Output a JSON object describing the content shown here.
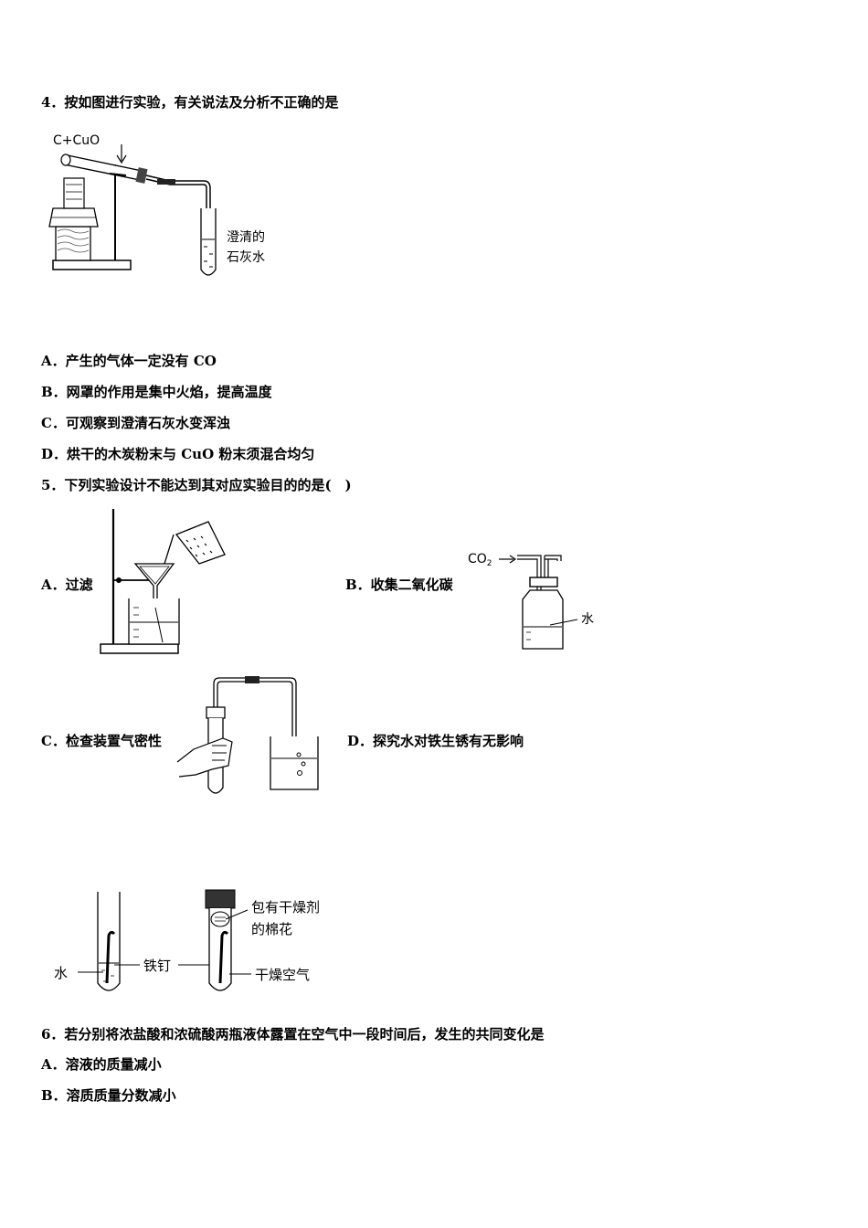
{
  "q4": {
    "stem": "4．按如图进行实验，有关说法及分析不正确的是",
    "figure": {
      "reactant_label": "C+CuO",
      "limewater_line1": "澄清的",
      "limewater_line2": "石灰水"
    },
    "options": [
      "A．产生的气体一定没有 CO",
      "B．网罩的作用是集中火焰，提高温度",
      "C．可观察到澄清石灰水变浑浊",
      "D．烘干的木炭粉末与 CuO 粉末须混合均匀"
    ]
  },
  "q5": {
    "stem": "5．下列实验设计不能达到其对应实验目的的是(　)",
    "option_a": "A．过滤",
    "option_b": "B．收集二氧化碳",
    "option_c": "C．检查装置气密性",
    "option_d": "D．探究水对铁生锈有无影响",
    "fig_b": {
      "gas": "CO",
      "gas_sub": "2",
      "liquid": "水"
    },
    "fig_d": {
      "water": "水",
      "nail": "铁钉",
      "cotton_line1": "包有干燥剂",
      "cotton_line2": "的棉花",
      "dry_air": "干燥空气"
    }
  },
  "q6": {
    "stem": "6．若分别将浓盐酸和浓硫酸两瓶液体露置在空气中一段时间后，发生的共同变化是",
    "options": [
      "A．溶液的质量减小",
      "B．溶质质量分数减小"
    ]
  }
}
